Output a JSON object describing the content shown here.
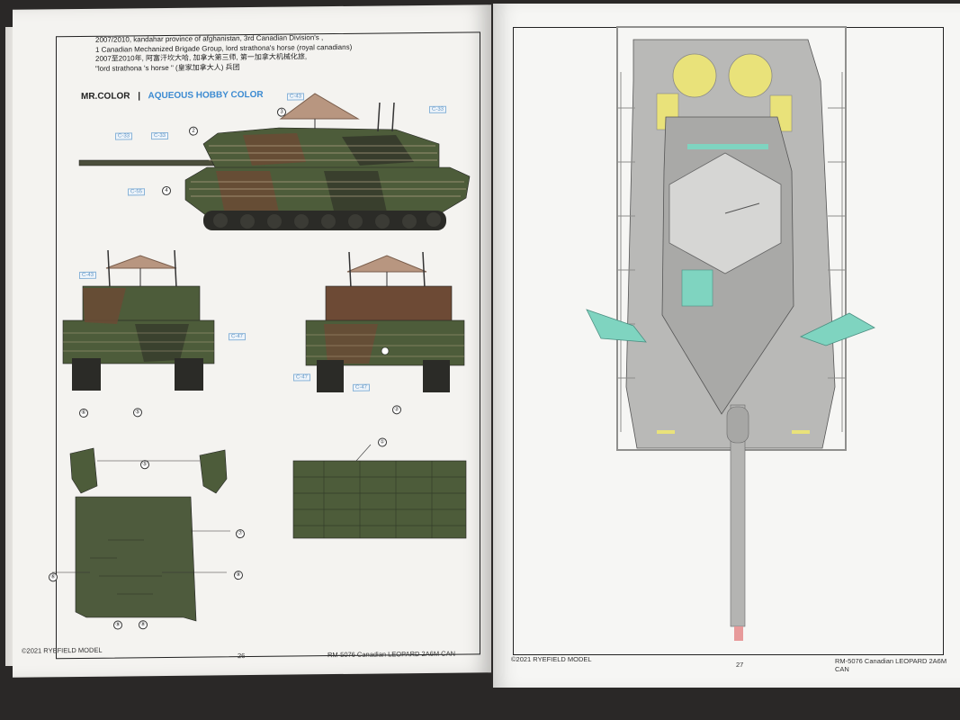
{
  "left_page": {
    "caption_lines": [
      "2007/2010, kandahar province of  afghanistan, 3rd Canadian Division's ,",
      "1 Canadian Mechanized Brigade Group, lord strathona's horse (royal canadians)",
      "2007至2010年, 阿富汗坎大哈, 加拿大第三师, 第一加拿大机械化旅,",
      "\"lord strathona 's horse \" (皇家加拿大人) 兵团"
    ],
    "color_header": {
      "primary": "MR.COLOR",
      "separator": "|",
      "secondary": "AQUEOUS HOBBY COLOR"
    },
    "color_tags": [
      "C-43",
      "C-33",
      "C-33",
      "C-33",
      "C-55",
      "C-43",
      "C-47",
      "C-47",
      "C-47"
    ],
    "callouts": [
      "3",
      "2",
      "4",
      "①",
      "②",
      "⑤",
      "⑤",
      "⑦",
      "⑥",
      "⑧",
      "⑨",
      "⑥",
      "⑧"
    ],
    "footer_left": "©2021 RYEFIELD MODEL",
    "page_number": "26",
    "footer_right": "RM-5076 Canadian LEOPARD 2A6M CAN"
  },
  "right_page": {
    "footer_left": "©2021 RYEFIELD MODEL",
    "page_number": "27",
    "footer_right": "RM-5076 Canadian LEOPARD 2A6M CAN"
  },
  "colors": {
    "camo_green": "#4d5c3a",
    "camo_brown": "#6d4a35",
    "camo_dark": "#2e2f26",
    "tank_grey": "#b9b9b7",
    "accent_teal": "#7fd4c0",
    "accent_yellow": "#e9e27a",
    "umbrella": "#b89680"
  }
}
